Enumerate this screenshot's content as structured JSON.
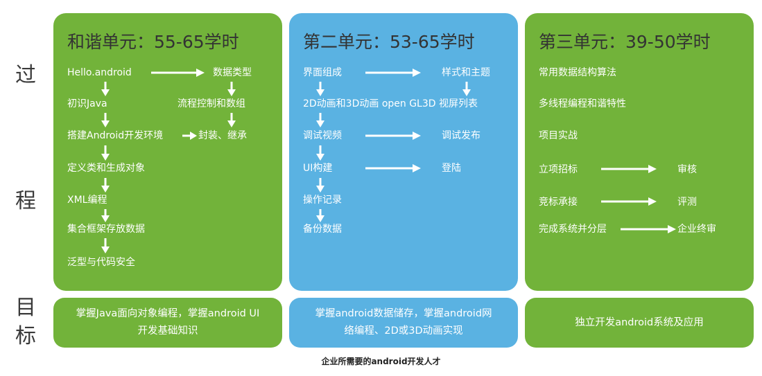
{
  "side_labels": [
    "过",
    "程",
    "目",
    "标"
  ],
  "units": [
    {
      "title": "和谐单元：55-65学时",
      "items": [
        "Hello.android",
        "数据类型",
        "初识Java",
        "流程控制和数组",
        "搭建Android开发环境",
        "封装、继承",
        "定义类和生成对象",
        "XML编程",
        "集合框架存放数据",
        "泛型与代码安全"
      ]
    },
    {
      "title": "第二单元：53-65学时",
      "items": [
        "界面组成",
        "样式和主题",
        "2D动画和3D动画 open GL3D 视屏列表",
        "调试视频",
        "调试发布",
        "UI构建",
        "登陆",
        "操作记录",
        "备份数据"
      ]
    },
    {
      "title": "第三单元：39-50学时",
      "items": [
        "常用数据结构算法",
        "多线程编程和谐特性",
        "项目实战",
        "立项招标",
        "审核",
        "竞标承接",
        "评测",
        "完成系统并分层",
        "企业终审"
      ]
    }
  ],
  "goals": [
    {
      "line1": "掌握Java面向对象编程，掌握android UI",
      "line2": "开发基础知识"
    },
    {
      "line1": "掌握android数据储存，掌握android网",
      "line2": "络编程、2D或3D动画实现"
    },
    {
      "line1": "独立开发android系统及应用",
      "line2": ""
    }
  ],
  "caption": "企业所需要的android开发人才",
  "colors": {
    "green": "#72b33a",
    "blue": "#5ab2e2",
    "arrow": "#ffffff"
  }
}
